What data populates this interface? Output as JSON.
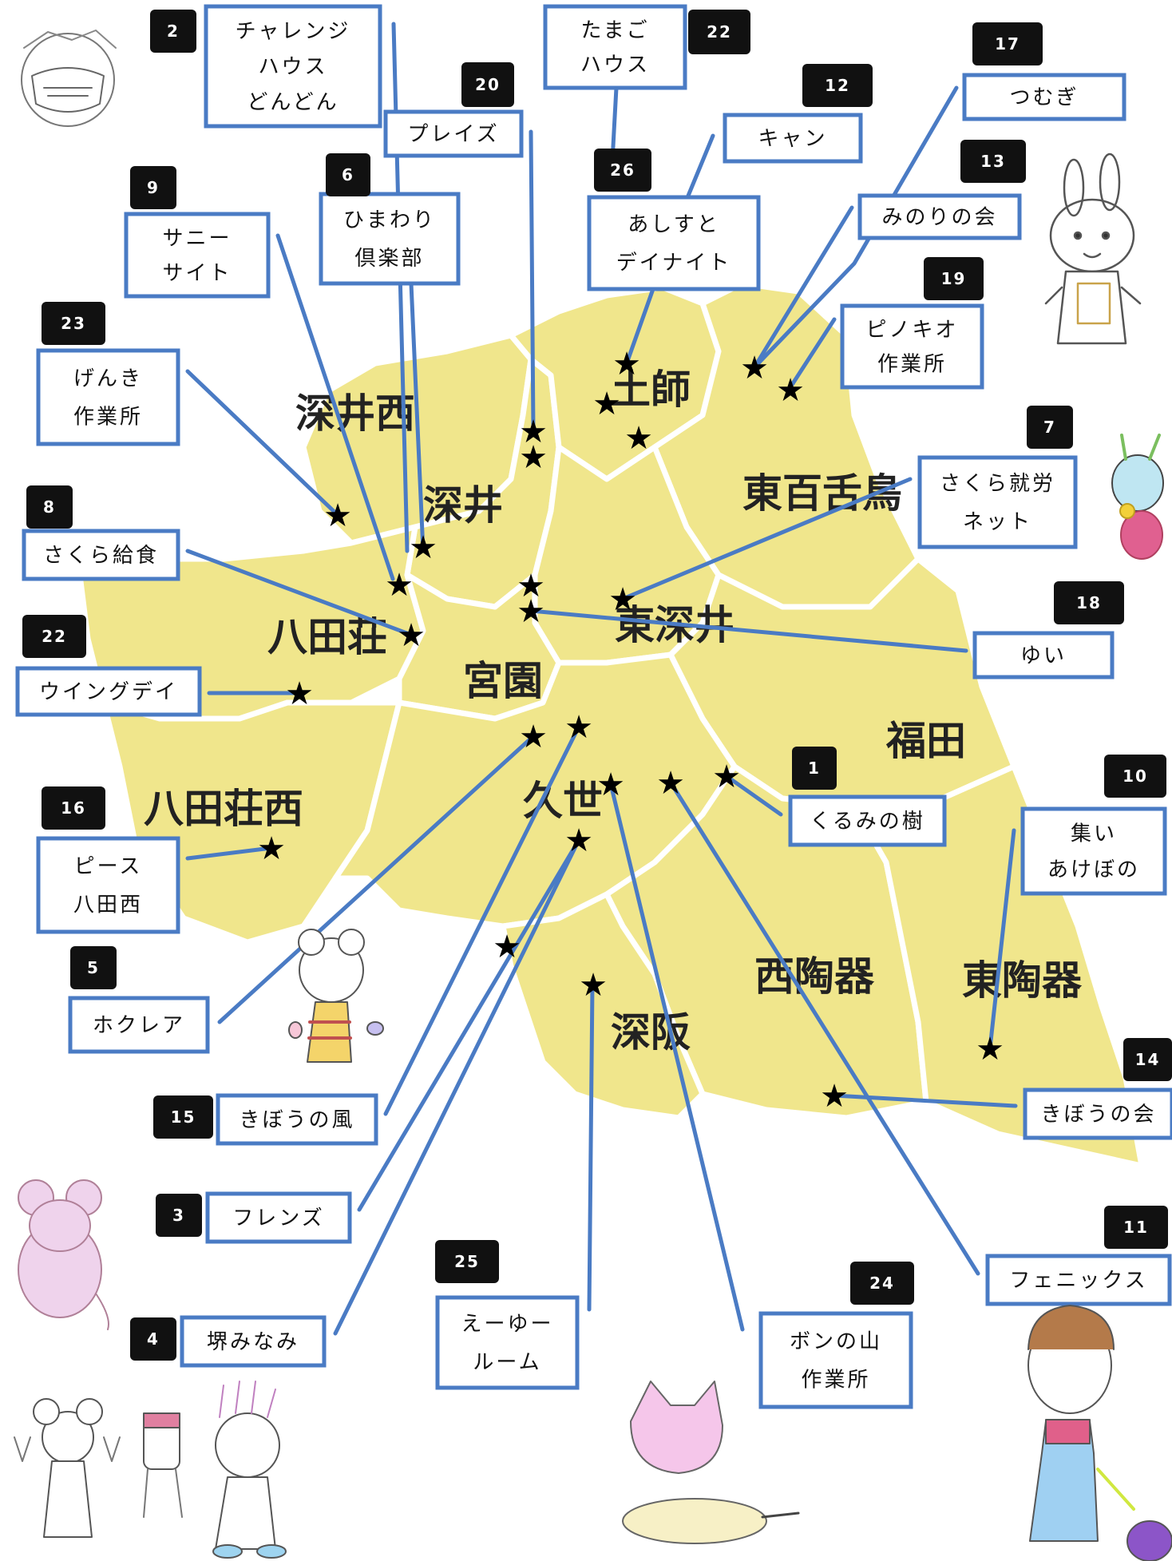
{
  "map": {
    "districts": [
      {
        "id": "fukai-nishi",
        "name": "深井西"
      },
      {
        "id": "fukai",
        "name": "深井"
      },
      {
        "id": "dosi",
        "name": "土師"
      },
      {
        "id": "higashi-mozu",
        "name": "東百舌鳥"
      },
      {
        "id": "hataso",
        "name": "八田荘"
      },
      {
        "id": "higashi-fukai",
        "name": "東深井"
      },
      {
        "id": "miyazono",
        "name": "宮園"
      },
      {
        "id": "fukuda",
        "name": "福田"
      },
      {
        "id": "hataso-nishi",
        "name": "八田荘西"
      },
      {
        "id": "kuze",
        "name": "久世"
      },
      {
        "id": "nishi-toki",
        "name": "西陶器"
      },
      {
        "id": "higashi-toki",
        "name": "東陶器"
      },
      {
        "id": "fukasaka",
        "name": "深阪"
      }
    ],
    "facilities": [
      {
        "id": "f2",
        "number": "2",
        "lines": [
          "チャレンジ",
          "ハウス",
          "どんどん"
        ]
      },
      {
        "id": "f20",
        "number": "20",
        "lines": [
          "プレイズ"
        ]
      },
      {
        "id": "f22a",
        "number": "22",
        "lines": [
          "たまご",
          "ハウス"
        ]
      },
      {
        "id": "f12",
        "number": "12",
        "lines": [
          "キャン"
        ]
      },
      {
        "id": "f17",
        "number": "17",
        "lines": [
          "つむぎ"
        ]
      },
      {
        "id": "f13",
        "number": "13",
        "lines": [
          "みのりの会"
        ]
      },
      {
        "id": "f26",
        "number": "26",
        "lines": [
          "あしすと",
          "デイナイト"
        ]
      },
      {
        "id": "f6",
        "number": "6",
        "lines": [
          "ひまわり",
          "倶楽部"
        ]
      },
      {
        "id": "f9",
        "number": "9",
        "lines": [
          "サニー",
          "サイト"
        ]
      },
      {
        "id": "f19",
        "number": "19",
        "lines": [
          "ピノキオ",
          "作業所"
        ]
      },
      {
        "id": "f23",
        "number": "23",
        "lines": [
          "げんき",
          "作業所"
        ]
      },
      {
        "id": "f7",
        "number": "7",
        "lines": [
          "さくら就労",
          "ネット"
        ]
      },
      {
        "id": "f8",
        "number": "8",
        "lines": [
          "さくら給食"
        ]
      },
      {
        "id": "f18",
        "number": "18",
        "lines": [
          "ゆい"
        ]
      },
      {
        "id": "f22b",
        "number": "22",
        "lines": [
          "ウイングデイ"
        ]
      },
      {
        "id": "f1",
        "number": "1",
        "lines": [
          "くるみの樹"
        ]
      },
      {
        "id": "f16",
        "number": "16",
        "lines": [
          "ピース",
          "八田西"
        ]
      },
      {
        "id": "f10",
        "number": "10",
        "lines": [
          "集い",
          "あけぼの"
        ]
      },
      {
        "id": "f5",
        "number": "5",
        "lines": [
          "ホクレア"
        ]
      },
      {
        "id": "f14",
        "number": "14",
        "lines": [
          "きぼうの会"
        ]
      },
      {
        "id": "f15",
        "number": "15",
        "lines": [
          "きぼうの風"
        ]
      },
      {
        "id": "f3",
        "number": "3",
        "lines": [
          "フレンズ"
        ]
      },
      {
        "id": "f11",
        "number": "11",
        "lines": [
          "フェニックス"
        ]
      },
      {
        "id": "f25",
        "number": "25",
        "lines": [
          "えーゆー",
          "ルーム"
        ]
      },
      {
        "id": "f24",
        "number": "24",
        "lines": [
          "ボンの山",
          "作業所"
        ]
      },
      {
        "id": "f4",
        "number": "4",
        "lines": [
          "堺みなみ"
        ]
      }
    ],
    "colors": {
      "district_fill": "#f0e68c",
      "district_border": "#ffffff",
      "leader_line": "#4a7bc4",
      "badge": "#111111",
      "star": "#000000"
    },
    "marker_icon": "star-icon"
  }
}
